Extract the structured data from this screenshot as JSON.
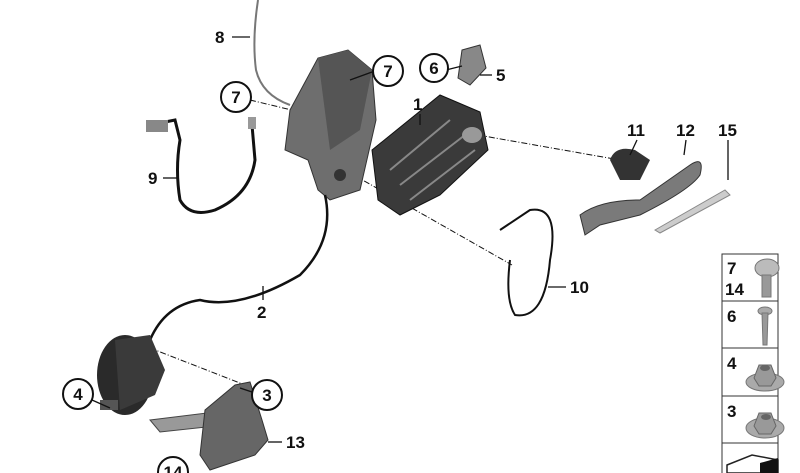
{
  "diagram": {
    "callouts": [
      {
        "id": "8",
        "text": "8",
        "circled": false
      },
      {
        "id": "7a",
        "text": "7",
        "circled": true
      },
      {
        "id": "7b",
        "text": "7",
        "circled": true
      },
      {
        "id": "6",
        "text": "6",
        "circled": true
      },
      {
        "id": "5",
        "text": "5",
        "circled": false
      },
      {
        "id": "1",
        "text": "1",
        "circled": false
      },
      {
        "id": "9",
        "text": "9",
        "circled": false
      },
      {
        "id": "11",
        "text": "11",
        "circled": false
      },
      {
        "id": "12",
        "text": "12",
        "circled": false
      },
      {
        "id": "15",
        "text": "15",
        "circled": false
      },
      {
        "id": "10",
        "text": "10",
        "circled": false
      },
      {
        "id": "2",
        "text": "2",
        "circled": false
      },
      {
        "id": "4",
        "text": "4",
        "circled": true
      },
      {
        "id": "3",
        "text": "3",
        "circled": true
      },
      {
        "id": "13",
        "text": "13",
        "circled": false
      },
      {
        "id": "14",
        "text": "14",
        "circled": true
      }
    ],
    "hardware_legend": [
      {
        "labels": [
          "7",
          "14"
        ],
        "icon": "pan-head-screw-icon"
      },
      {
        "labels": [
          "6"
        ],
        "icon": "countersunk-screw-icon"
      },
      {
        "labels": [
          "4"
        ],
        "icon": "flange-nut-icon"
      },
      {
        "labels": [
          "3"
        ],
        "icon": "flange-nut-icon"
      },
      {
        "labels": [],
        "icon": "bracket-profile-icon"
      }
    ]
  }
}
